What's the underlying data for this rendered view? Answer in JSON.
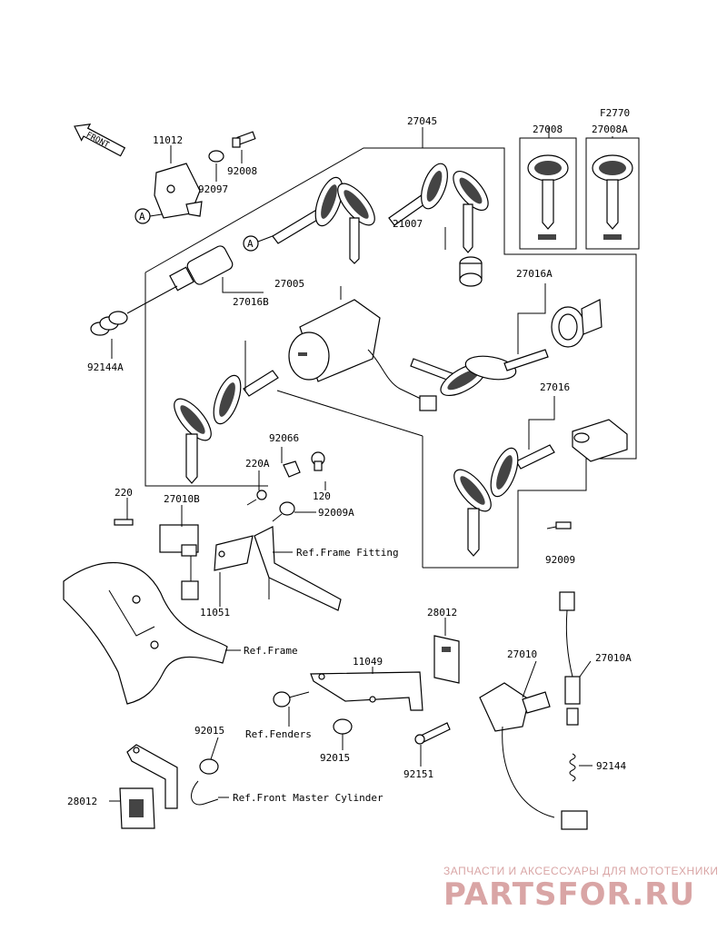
{
  "diagram_code": "F2770",
  "front_arrow_label": "FRONT",
  "labels": {
    "p27045": "27045",
    "p27008": "27008",
    "p27008A": "27008A",
    "p11012": "11012",
    "p92008": "92008",
    "p92097": "92097",
    "p21007": "21007",
    "p27005": "27005",
    "p27016B": "27016B",
    "p27016A": "27016A",
    "p92144A": "92144A",
    "p27016": "27016",
    "p92066": "92066",
    "p220A": "220A",
    "p120": "120",
    "p220": "220",
    "p27010B": "27010B",
    "p92009A": "92009A",
    "p92009": "92009",
    "p11051": "11051",
    "p28012a": "28012",
    "p27010": "27010",
    "p27010A": "27010A",
    "p11049": "11049",
    "p92015a": "92015",
    "p92015b": "92015",
    "p92151": "92151",
    "p92144": "92144",
    "p28012b": "28012",
    "callout_a1": "A",
    "callout_a2": "A"
  },
  "references": {
    "frame_fitting": "Ref.Frame Fitting",
    "frame": "Ref.Frame",
    "fenders": "Ref.Fenders",
    "front_master_cylinder": "Ref.Front Master Cylinder"
  },
  "watermark": {
    "tagline": "ЗАПЧАСТИ И АКСЕССУАРЫ ДЛЯ МОТОТЕХНИКИ",
    "logo": "PARTSFOR.RU"
  }
}
